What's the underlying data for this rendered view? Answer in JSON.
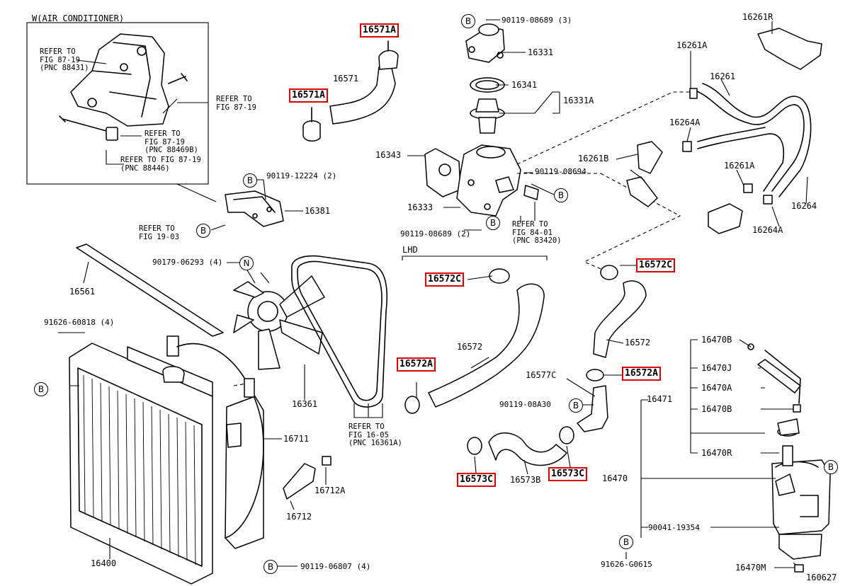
{
  "header": {
    "inset_title": "W(AIR CONDITIONER)",
    "lhd_label": "LHD"
  },
  "parts": {
    "p16571A_top": "16571A",
    "p16571A_left": "16571A",
    "p16571": "16571",
    "b_90119_08689_3": "90119-08689 (3)",
    "p16331": "16331",
    "p16341": "16341",
    "p16331A": "16331A",
    "p16343": "16343",
    "p90119_08694": "90119-08694",
    "p16333": "16333",
    "b_90119_08689_2": "90119-08689 (2)",
    "p16261R": "16261R",
    "p16261A_top": "16261A",
    "p16261": "16261",
    "p16264A_top": "16264A",
    "p16261B": "16261B",
    "p16261A_mid": "16261A",
    "p16264": "16264",
    "p16264A_bot": "16264A",
    "b_90119_12224": "90119-12224 (2)",
    "p16381": "16381",
    "n_90179_06293": "90179-06293 (4)",
    "p16561": "16561",
    "b_91626_60818": "91626-60818 (4)",
    "p16572C_left": "16572C",
    "p16572_left": "16572",
    "p16572A_left": "16572A",
    "p16572C_right": "16572C",
    "p16572_right": "16572",
    "p16577C": "16577C",
    "p16572A_right": "16572A",
    "b_90119_08A30": "90119-08A30",
    "p16361": "16361",
    "p16711": "16711",
    "p16712A": "16712A",
    "p16712": "16712",
    "p16573C_left": "16573C",
    "p16573B": "16573B",
    "p16573C_right": "16573C",
    "p16470B": "16470B",
    "p16470J": "16470J",
    "p16470A": "16470A",
    "p16471": "16471",
    "p16470B_2": "16470B",
    "p16470R": "16470R",
    "p16470": "16470",
    "b_90041_19354": "90041-19354",
    "p16400": "16400",
    "b_90119_06807": "90119-06807 (4)",
    "b_91626_G0615": "91626-G0615",
    "p16470M": "16470M",
    "p160627": "160627"
  },
  "refs": {
    "fig87_19_a": "REFER TO\nFIG 87-19\n(PNC 88431)",
    "fig87_19_b": "REFER TO\nFIG 87-19",
    "fig87_19_c": "REFER TO\nFIG 87-19\n(PNC 88469B)",
    "fig87_19_d": "REFER TO FIG 87-19\n(PNC 88446)",
    "fig19_03": "REFER TO\nFIG 19-03",
    "fig84_01": "REFER TO\nFIG 84-01\n(PNC 83420)",
    "fig16_05": "REFER TO\nFIG 16-05\n(PNC 16361A)"
  },
  "symbols": {
    "b": "B",
    "n": "N"
  }
}
